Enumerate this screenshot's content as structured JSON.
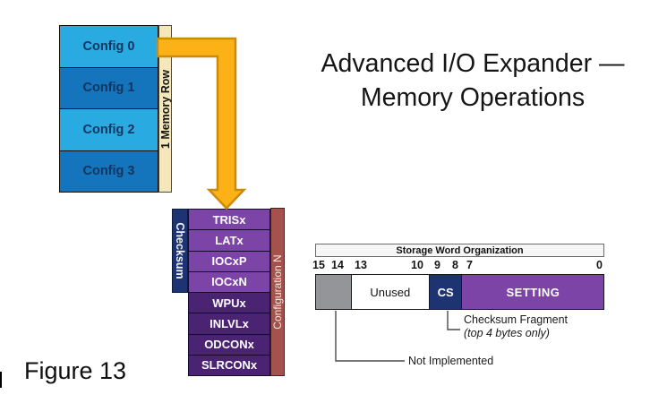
{
  "title": {
    "line1": "Advanced I/O Expander —",
    "line2": "Memory Operations"
  },
  "figure_label": "Figure 13",
  "config_stack": {
    "rows": [
      "Config 0",
      "Config 1",
      "Config 2",
      "Config 3"
    ],
    "memory_row_label": "1 Memory Row"
  },
  "register_stack": {
    "checksum_label": "Checksum",
    "configuration_label": "Configuration N",
    "registers": [
      "TRISx",
      "LATx",
      "IOCxP",
      "IOCxN",
      "WPUx",
      "INLVLx",
      "ODCONx",
      "SLRCONx"
    ]
  },
  "storage_word": {
    "title": "Storage Word Organization",
    "bit_labels": [
      "15",
      "14",
      "13",
      "10",
      "9",
      "8",
      "7",
      "0"
    ],
    "fields": [
      {
        "name": "not-implemented-field",
        "label": ""
      },
      {
        "name": "unused-field",
        "label": "Unused"
      },
      {
        "name": "cs-field",
        "label": "CS"
      },
      {
        "name": "setting-field",
        "label": "SETTING"
      }
    ],
    "annotations": {
      "checksum_fragment_line1": "Checksum Fragment",
      "checksum_fragment_line2": "(top 4 bytes only)",
      "not_implemented": "Not Implemented"
    }
  },
  "colors": {
    "config_light_blue": "#29abe2",
    "config_dark_blue": "#1474bc",
    "memory_row_cream": "#f5e7b9",
    "arrow_yellow": "#fcb216",
    "arrow_outline": "#cb8a0a",
    "register_light_purple": "#7d44a8",
    "register_dark_purple": "#4a2473",
    "checksum_navy": "#1e3372",
    "configuration_red": "#a5524c",
    "field_gray": "#939598"
  }
}
